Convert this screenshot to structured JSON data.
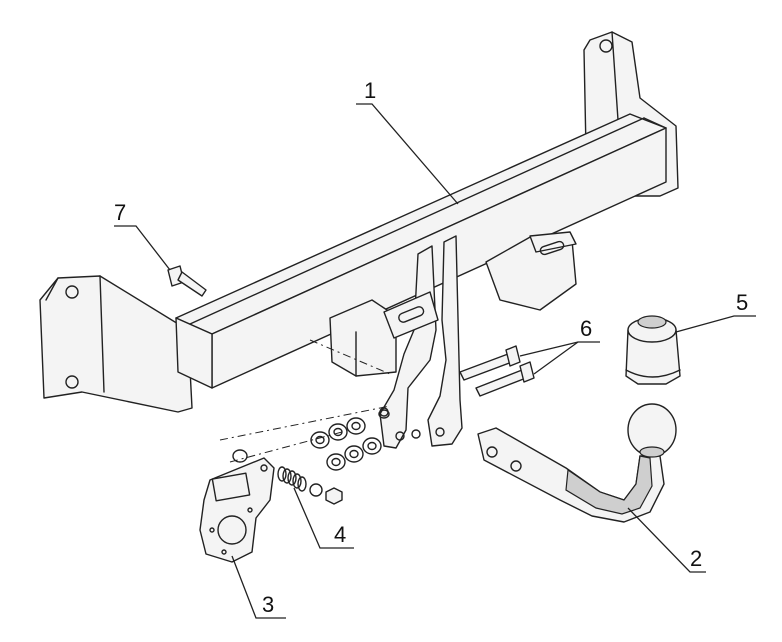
{
  "colors": {
    "line": "#222222",
    "part_fill": "#f4f4f4",
    "shading": "#cfcfcf",
    "background": "#ffffff"
  },
  "callouts": [
    {
      "id": "1",
      "label": "1",
      "part": "crossbar"
    },
    {
      "id": "2",
      "label": "2",
      "part": "tow-ball-neck"
    },
    {
      "id": "3",
      "label": "3",
      "part": "socket-plate"
    },
    {
      "id": "4",
      "label": "4",
      "part": "spring-washer-nut-set"
    },
    {
      "id": "5",
      "label": "5",
      "part": "ball-cap"
    },
    {
      "id": "6",
      "label": "6",
      "part": "bolts"
    },
    {
      "id": "7",
      "label": "7",
      "part": "side-bolt"
    }
  ]
}
